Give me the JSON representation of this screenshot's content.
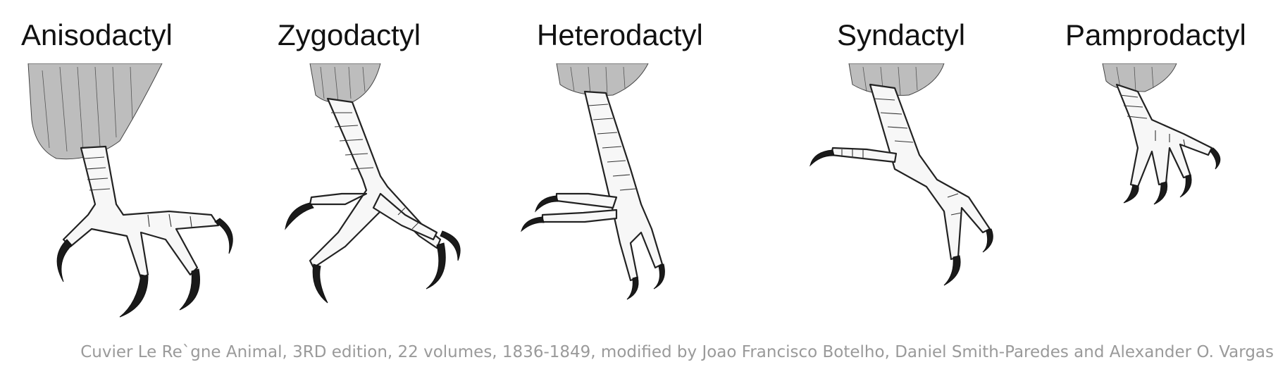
{
  "foot_types": [
    {
      "label": "Anisodactyl"
    },
    {
      "label": "Zygodactyl"
    },
    {
      "label": "Heterodactyl"
    },
    {
      "label": "Syndactyl"
    },
    {
      "label": "Pamprodactyl"
    }
  ],
  "caption": "Cuvier Le Re`gne Animal, 3RD edition, 22 volumes, 1836-1849, modified by Joao Francisco Botelho, Daniel Smith-Paredes and Alexander O. Vargas"
}
